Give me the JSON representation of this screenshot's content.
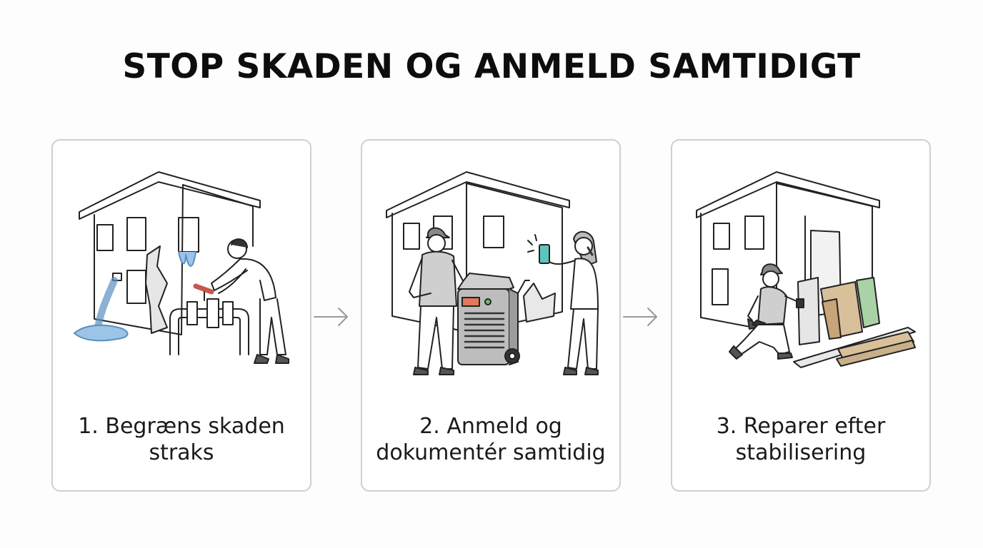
{
  "title": "STOP SKADEN OG ANMELD SAMTIDIGT",
  "steps": [
    {
      "line1": "1. Begræns skaden",
      "line2": "straks",
      "icon": "water-shutoff-illustration"
    },
    {
      "line1": "2. Anmeld og",
      "line2": "dokumentér samtidig",
      "icon": "report-document-illustration"
    },
    {
      "line1": "3. Reparer efter",
      "line2": "stabilisering",
      "icon": "repair-illustration"
    }
  ],
  "colors": {
    "water": "#7fb2dd",
    "valve": "#c9564e",
    "screen": "#5fc4bd",
    "board1": "#d9c09a",
    "board2": "#a9d3a6",
    "dehumidifier_panel": "#e0785a"
  }
}
